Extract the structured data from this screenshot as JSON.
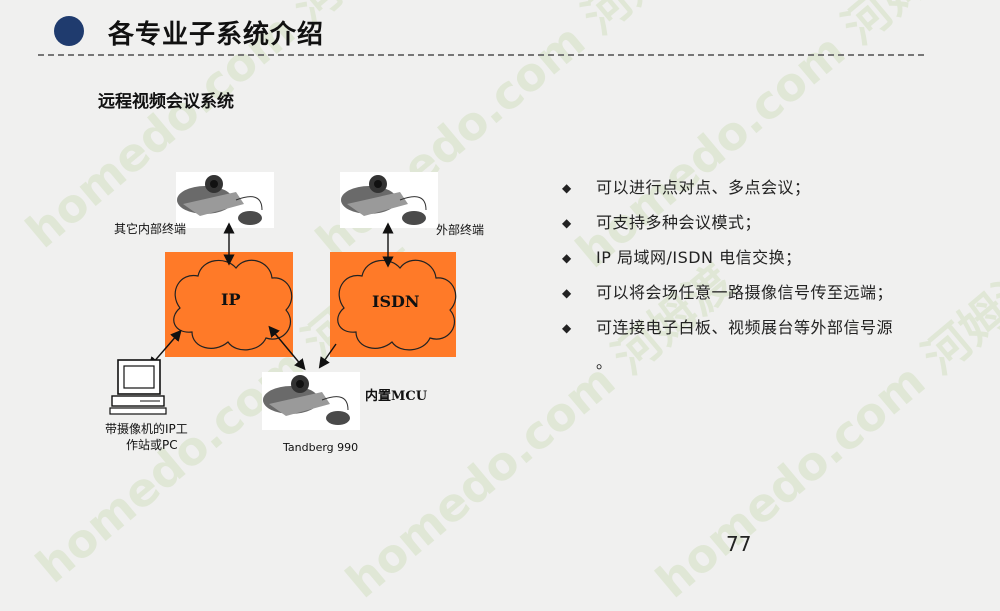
{
  "header": {
    "title": "各专业子系统介绍",
    "subtitle": "远程视频会议系统"
  },
  "diagram": {
    "terminal_internal_label": "其它内部终端",
    "terminal_external_label": "外部终端",
    "cloud_ip_label": "IP",
    "cloud_isdn_label": "ISDN",
    "mcu_label": "内置MCU",
    "mcu_model": "Tandberg 990",
    "pc_label_line1": "带摄像机的IP工",
    "pc_label_line2": "作站或PC",
    "cloud_color": "#ff7a28"
  },
  "bullets": [
    "可以进行点对点、多点会议；",
    "可支持多种会议模式；",
    "IP 局域网/ISDN 电信交换；",
    "可以将会场任意一路摄像信号传至远端；",
    "可连接电子白板、视频展台等外部信号源",
    "。"
  ],
  "bullet_icon": "diamond-bullet-icon",
  "page_number": "77",
  "watermark": {
    "text": "homedo.com 河姆渡"
  }
}
